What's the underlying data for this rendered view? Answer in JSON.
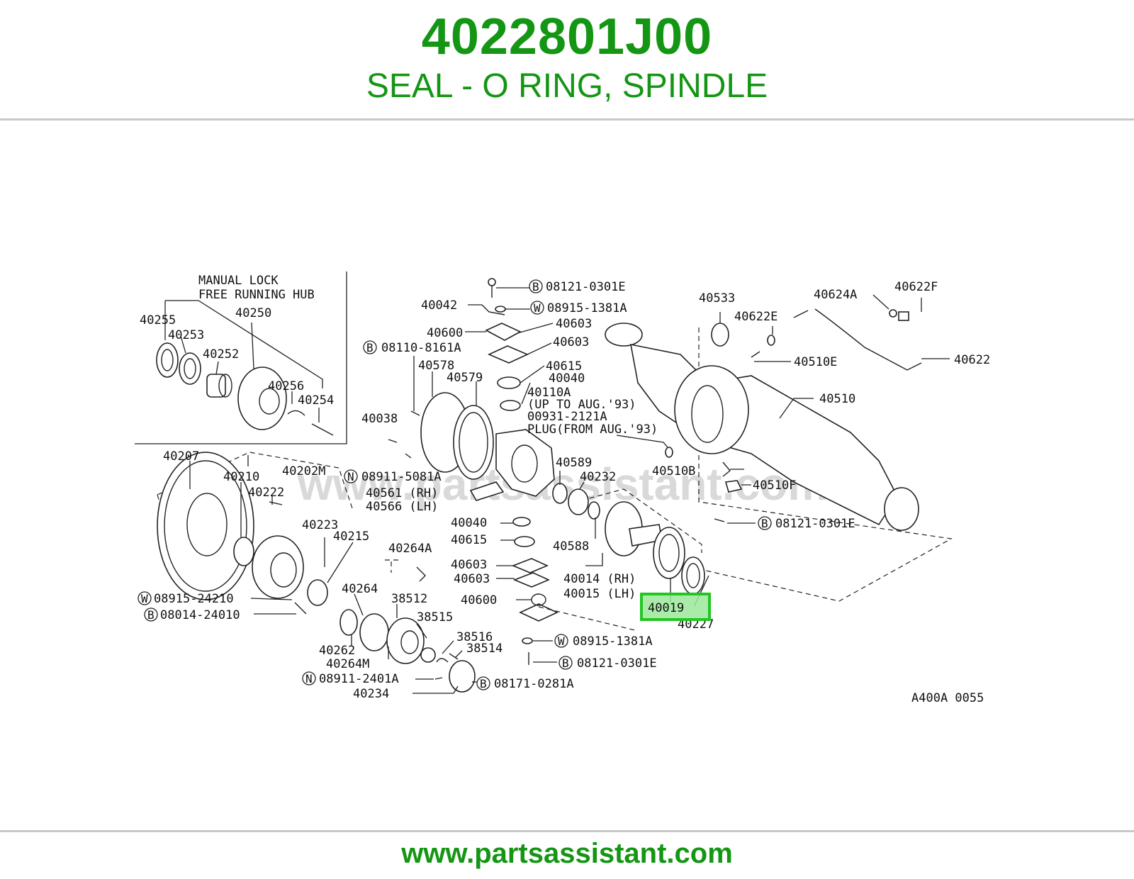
{
  "header": {
    "part_number": "4022801J00",
    "part_name": "SEAL - O RING, SPINDLE"
  },
  "footer": {
    "url": "www.partsassistant.com"
  },
  "colors": {
    "brand_green": "#149614",
    "highlight_stroke": "#22c622",
    "highlight_fill": "#9be89b"
  },
  "diagram": {
    "watermark": "www.partsassistant.com",
    "inset_title_1": "MANUAL LOCK",
    "inset_title_2": "FREE RUNNING HUB",
    "drawing_code": "A400A 0055",
    "highlighted_callout": "40019",
    "callouts": {
      "c_08121_0301E_top": "08121-0301E",
      "c_08915_1381A_top": "08915-1381A",
      "c_40042": "40042",
      "c_40600_top": "40600",
      "c_40603_a": "40603",
      "c_40603_b": "40603",
      "c_08110_8161A": "08110-8161A",
      "c_40578": "40578",
      "c_40579": "40579",
      "c_40615_top": "40615",
      "c_40040_top": "40040",
      "c_40110A": "40110A",
      "c_up_to_aug": "(UP TO AUG.'93)",
      "c_00931_2121A": "00931-2121A",
      "c_plug_from_aug": "PLUG(FROM AUG.'93)",
      "c_40038": "40038",
      "c_40533": "40533",
      "c_40622E": "40622E",
      "c_40624A": "40624A",
      "c_40622F": "40622F",
      "c_40622": "40622",
      "c_40510E": "40510E",
      "c_40510": "40510",
      "c_40510B": "40510B",
      "c_40510F": "40510F",
      "c_08121_0301E_mid": "08121-0301E",
      "c_40255": "40255",
      "c_40253": "40253",
      "c_40250": "40250",
      "c_40252": "40252",
      "c_40256": "40256",
      "c_40254": "40254",
      "c_40207": "40207",
      "c_40210": "40210",
      "c_40202M": "40202M",
      "c_08911_5081A": "08911-5081A",
      "c_40222": "40222",
      "c_40561_rh": "40561 (RH)",
      "c_40566_lh": "40566 (LH)",
      "c_40589": "40589",
      "c_40232": "40232",
      "c_40223": "40223",
      "c_40215": "40215",
      "c_40040_mid": "40040",
      "c_40615_mid": "40615",
      "c_40588": "40588",
      "c_40264A": "40264A",
      "c_40603_c": "40603",
      "c_40603_d": "40603",
      "c_40014_rh": "40014 (RH)",
      "c_40015_lh": "40015 (LH)",
      "c_08915_24210": "08915-24210",
      "c_40264": "40264",
      "c_38512": "38512",
      "c_40600_mid": "40600",
      "c_08014_24010": "08014-24010",
      "c_38515": "38515",
      "c_40227": "40227",
      "c_38516": "38516",
      "c_08915_1381A_bot": "08915-1381A",
      "c_40262": "40262",
      "c_38514": "38514",
      "c_40264M": "40264M",
      "c_08121_0301E_bot": "08121-0301E",
      "c_08911_2401A": "08911-2401A",
      "c_08171_0281A": "08171-0281A",
      "c_40234": "40234"
    },
    "prefix_letters": {
      "B": "B",
      "W": "W",
      "N": "N"
    }
  }
}
